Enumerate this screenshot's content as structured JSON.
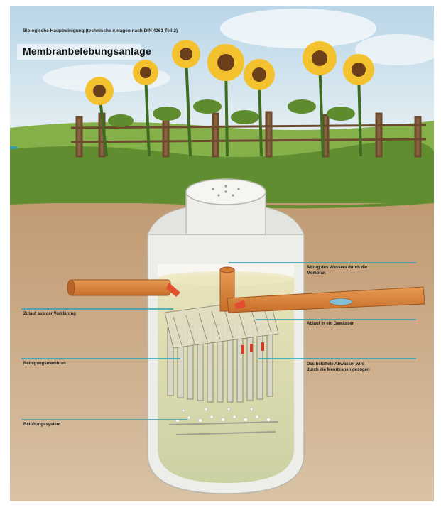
{
  "header": {
    "subtitle": "Biologische Hauptreinigung (technische Anlagen nach DIN 4261 Teil 2)",
    "title": "Membranbelebungsanlage"
  },
  "labels": {
    "zulauf": "Zulauf aus der Vorklärung",
    "reinigungsmembran": "Reinigungsmembran",
    "belueftungssystem": "Belüftungssystem",
    "abzug_line1": "Abzug des Wassers durch die",
    "abzug_line2": "Membran",
    "ablauf": "Ablauf in ein Gewässer",
    "abwasser_line1": "Das belüftete Abwasser wird",
    "abwasser_line2": "durch die Membranen gesogen"
  },
  "colors": {
    "sky": "#cfe3ee",
    "grass": "#6f9a3a",
    "soil": "#caa884",
    "pipe": "#d9833c",
    "leader": "#2f9fb0",
    "tank_wall": "#f2f2ef"
  }
}
